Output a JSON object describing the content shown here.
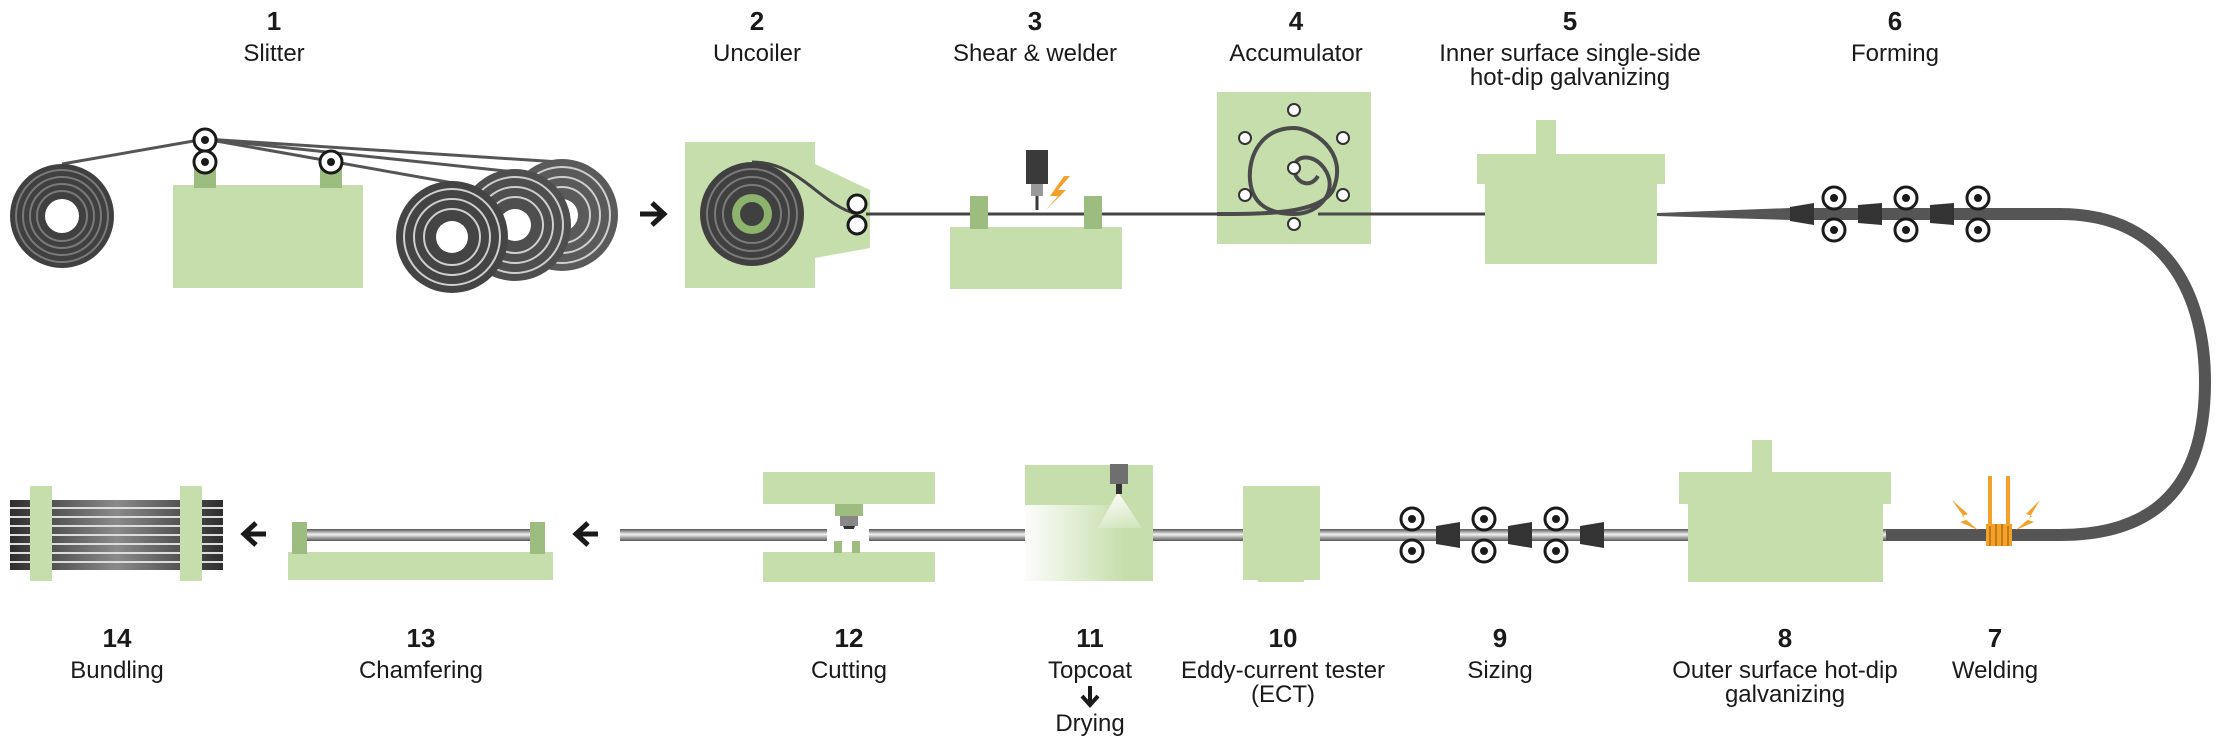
{
  "colors": {
    "machine": "#c6deab",
    "machine_dark": "#9dbc7f",
    "coil": "#4d4d4d",
    "pipe": "#5a5a5a",
    "accent": "#f2a12a",
    "text": "#1a1a1a"
  },
  "steps": [
    {
      "num": "1",
      "title": "Slitter"
    },
    {
      "num": "2",
      "title": "Uncoiler"
    },
    {
      "num": "3",
      "title": "Shear & welder"
    },
    {
      "num": "4",
      "title": "Accumulator"
    },
    {
      "num": "5",
      "title": "Inner surface single-side hot-dip galvanizing"
    },
    {
      "num": "6",
      "title": "Forming"
    },
    {
      "num": "7",
      "title": "Welding"
    },
    {
      "num": "8",
      "title": "Outer surface hot-dip galvanizing"
    },
    {
      "num": "9",
      "title": "Sizing"
    },
    {
      "num": "10",
      "title": "Eddy-current tester (ECT)"
    },
    {
      "num": "11",
      "title": "Topcoat",
      "sub": "Drying"
    },
    {
      "num": "12",
      "title": "Cutting"
    },
    {
      "num": "13",
      "title": "Chamfering"
    },
    {
      "num": "14",
      "title": "Bundling"
    }
  ],
  "icons": [
    "right-arrow-icon",
    "left-arrow-icon",
    "down-arrow-icon",
    "lightning-icon",
    "coil-icon",
    "roller-icon"
  ]
}
